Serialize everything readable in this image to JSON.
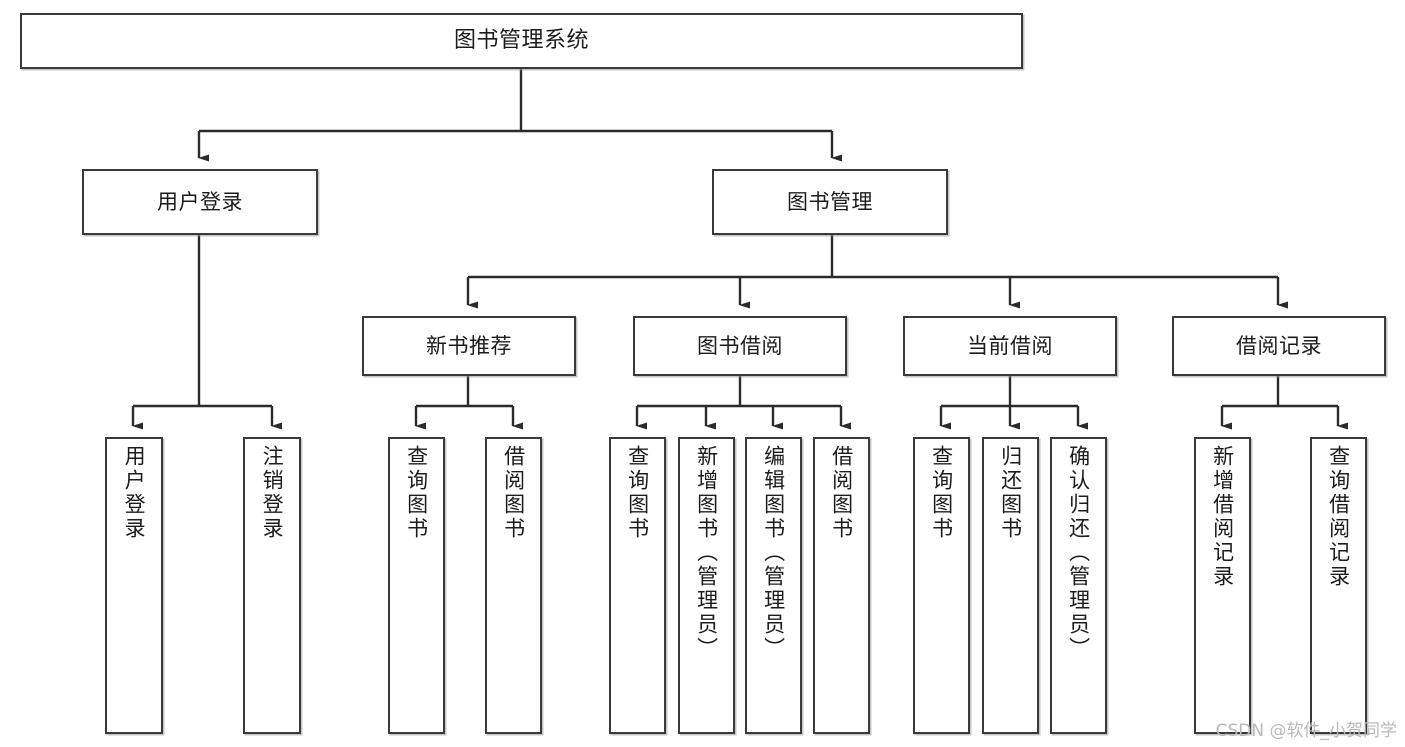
{
  "diagram": {
    "title": "图书管理系统",
    "type": "hierarchy-tree",
    "watermark": "CSDN @软件_小贺同学",
    "colors": {
      "box_border": "#3a3a3a",
      "box_fill": "#ffffff",
      "text": "#1c1c1c",
      "connector": "#2b2b2b",
      "watermark": "#b9b9b9"
    },
    "levels": [
      {
        "level": 1,
        "nodes": [
          {
            "id": "root",
            "label": "图书管理系统"
          }
        ]
      },
      {
        "level": 2,
        "nodes": [
          {
            "id": "user-login",
            "label": "用户登录",
            "parent": "root"
          },
          {
            "id": "book-manage",
            "label": "图书管理",
            "parent": "root"
          }
        ]
      },
      {
        "level": 3,
        "nodes": [
          {
            "id": "new-book-rec",
            "label": "新书推荐",
            "parent": "book-manage"
          },
          {
            "id": "book-borrow",
            "label": "图书借阅",
            "parent": "book-manage"
          },
          {
            "id": "current-borrow",
            "label": "当前借阅",
            "parent": "book-manage"
          },
          {
            "id": "borrow-record",
            "label": "借阅记录",
            "parent": "book-manage"
          }
        ]
      },
      {
        "level": 4,
        "nodes": [
          {
            "id": "leaf-1",
            "label": "用户登录",
            "parent": "user-login"
          },
          {
            "id": "leaf-2",
            "label": "注销登录",
            "parent": "user-login"
          },
          {
            "id": "leaf-3",
            "label": "查询图书",
            "parent": "new-book-rec"
          },
          {
            "id": "leaf-4",
            "label": "借阅图书",
            "parent": "new-book-rec"
          },
          {
            "id": "leaf-5",
            "label": "查询图书",
            "parent": "book-borrow"
          },
          {
            "id": "leaf-6",
            "label": "新增图书（管理员）",
            "parent": "book-borrow"
          },
          {
            "id": "leaf-7",
            "label": "编辑图书（管理员）",
            "parent": "book-borrow"
          },
          {
            "id": "leaf-8",
            "label": "借阅图书",
            "parent": "book-borrow"
          },
          {
            "id": "leaf-9",
            "label": "查询图书",
            "parent": "current-borrow"
          },
          {
            "id": "leaf-10",
            "label": "归还图书",
            "parent": "current-borrow"
          },
          {
            "id": "leaf-11",
            "label": "确认归还（管理员）",
            "parent": "current-borrow"
          },
          {
            "id": "leaf-12",
            "label": "新增借阅记录",
            "parent": "borrow-record"
          },
          {
            "id": "leaf-13",
            "label": "查询借阅记录",
            "parent": "borrow-record"
          }
        ]
      }
    ]
  }
}
